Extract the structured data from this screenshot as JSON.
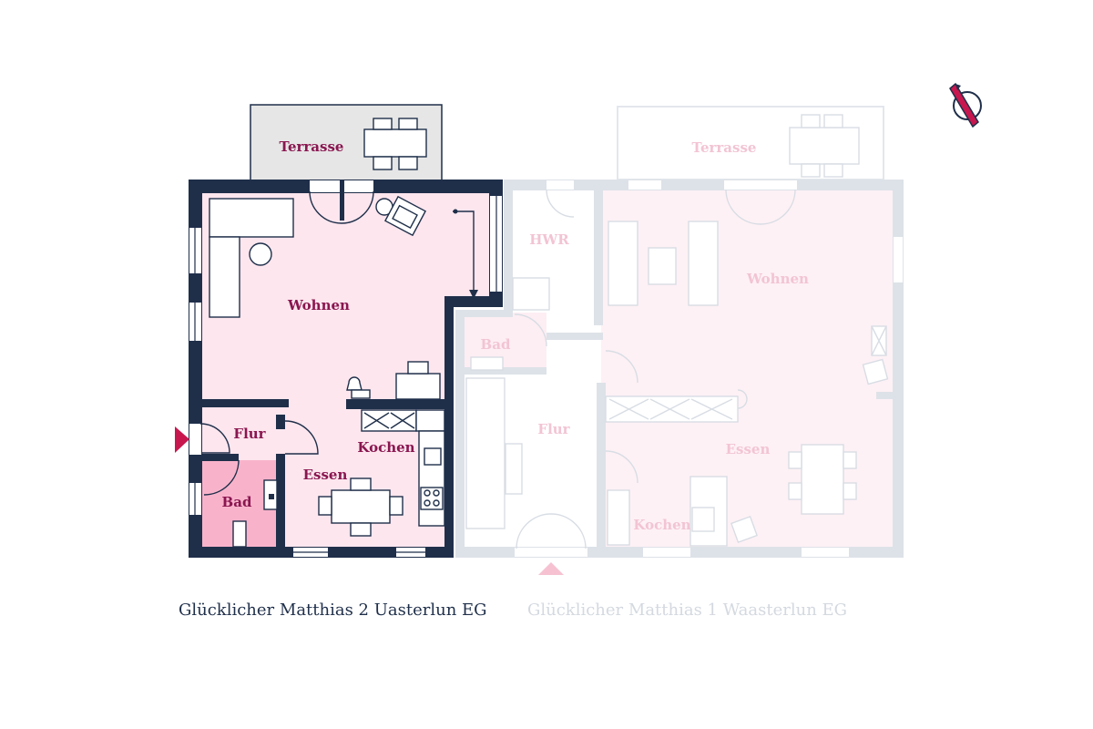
{
  "plan_left": {
    "caption": "Glücklicher Matthias 2 Uasterlun EG",
    "rooms": {
      "terrasse": "Terrasse",
      "wohnen": "Wohnen",
      "flur": "Flur",
      "kochen": "Kochen",
      "essen": "Essen",
      "bad": "Bad"
    }
  },
  "plan_right": {
    "caption": "Glücklicher Matthias 1 Waasterlun EG",
    "rooms": {
      "terrasse": "Terrasse",
      "hwr": "HWR",
      "wohnen": "Wohnen",
      "bad": "Bad",
      "flur": "Flur",
      "essen": "Essen",
      "kochen": "Kochen"
    }
  },
  "colors": {
    "wall": "#1f2f4a",
    "room_fill": "#fde6ee",
    "bath_fill": "#f8b3cb",
    "terrace_fill": "#e6e6e6",
    "label": "#8a1650",
    "accent": "#c8174f",
    "faded_wall": "#dde2e8",
    "faded_fill": "#fdf1f5"
  },
  "icons": {
    "compass": "north-arrow-icon",
    "entrance": "entrance-arrow-icon"
  }
}
